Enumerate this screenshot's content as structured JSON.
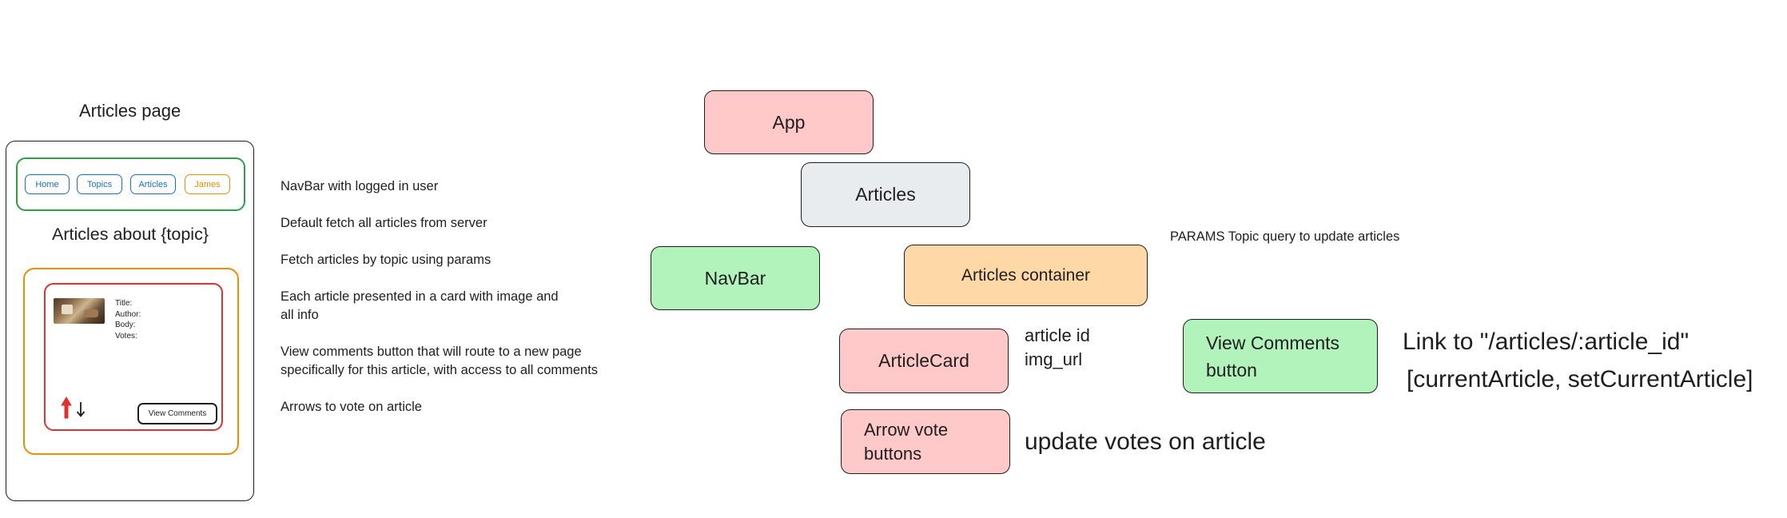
{
  "wireframe": {
    "title": "Articles page",
    "navbar": {
      "items": [
        "Home",
        "Topics",
        "Articles",
        "James"
      ]
    },
    "heading": "Articles about {topic}",
    "card": {
      "fields": [
        "Title:",
        "Author:",
        "Body:",
        "Votes:"
      ],
      "view_comments_label": "View Comments"
    }
  },
  "annotations": [
    "NavBar with logged in user",
    "Default fetch all articles from server",
    "Fetch articles by topic using params",
    "Each article presented in a card with image and\nall info",
    "View comments button that will route to a new page\nspecifically for this article, with access to all comments",
    "Arrows to vote on article"
  ],
  "components": {
    "app": "App",
    "articles": "Articles",
    "navbar": "NavBar",
    "articles_container": "Articles container",
    "article_card": "ArticleCard",
    "view_comments_button": "View Comments\nbutton",
    "arrow_vote_buttons": "Arrow vote\nbuttons"
  },
  "notes": {
    "params": "PARAMS Topic query to update articles",
    "article_card": "article id\nimg_url",
    "link": "Link to \"/articles/:article_id\"",
    "state": "[currentArticle, setCurrentArticle]",
    "votes": "update votes on article"
  },
  "colors": {
    "red_fill": "#ffc9c9",
    "gray_fill": "#e9ecef",
    "green_fill": "#b2f2bb",
    "orange_fill": "#ffd8a8",
    "navbar_border": "#2f9e44",
    "container_border": "#f08c00",
    "card_border": "#e03131",
    "pill_blue": "#1971c2",
    "up_arrow": "#e03131"
  }
}
